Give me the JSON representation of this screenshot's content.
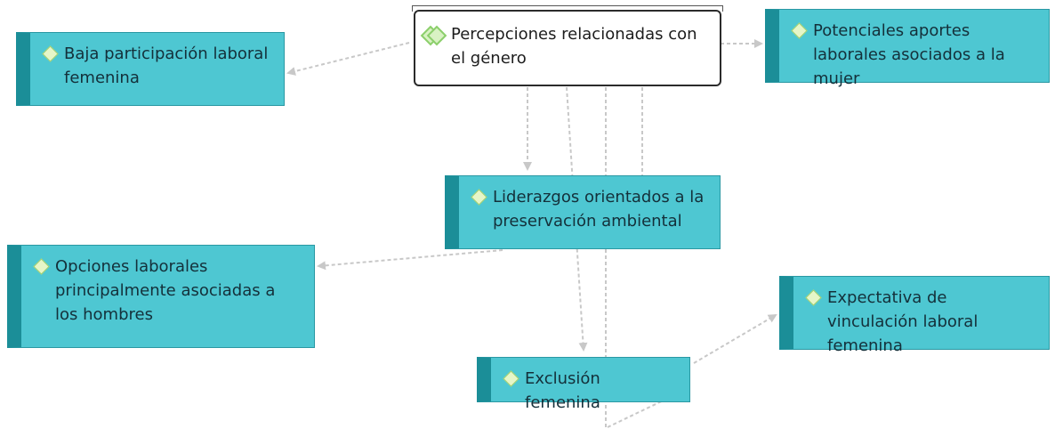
{
  "diagram": {
    "root": {
      "label": "Percepciones relacionadas con el género"
    },
    "nodes": [
      {
        "id": "baja",
        "label": "Baja participación laboral femenina"
      },
      {
        "id": "potenciales",
        "label": "Potenciales aportes laborales asociados a la mujer"
      },
      {
        "id": "liderazgos",
        "label": "Liderazgos orientados a la preservación ambiental"
      },
      {
        "id": "opciones",
        "label": "Opciones laborales principalmente asociadas a los hombres"
      },
      {
        "id": "expectativa",
        "label": "Expectativa de vinculación laboral femenina"
      },
      {
        "id": "exclusion",
        "label": "Exclusión femenina"
      }
    ],
    "colors": {
      "node_fill": "#4ec7d2",
      "node_accent": "#1b8e98",
      "connector": "#c8c8c8",
      "root_fill": "#ffffff",
      "diamond_icon": "#e6f6c8"
    }
  }
}
